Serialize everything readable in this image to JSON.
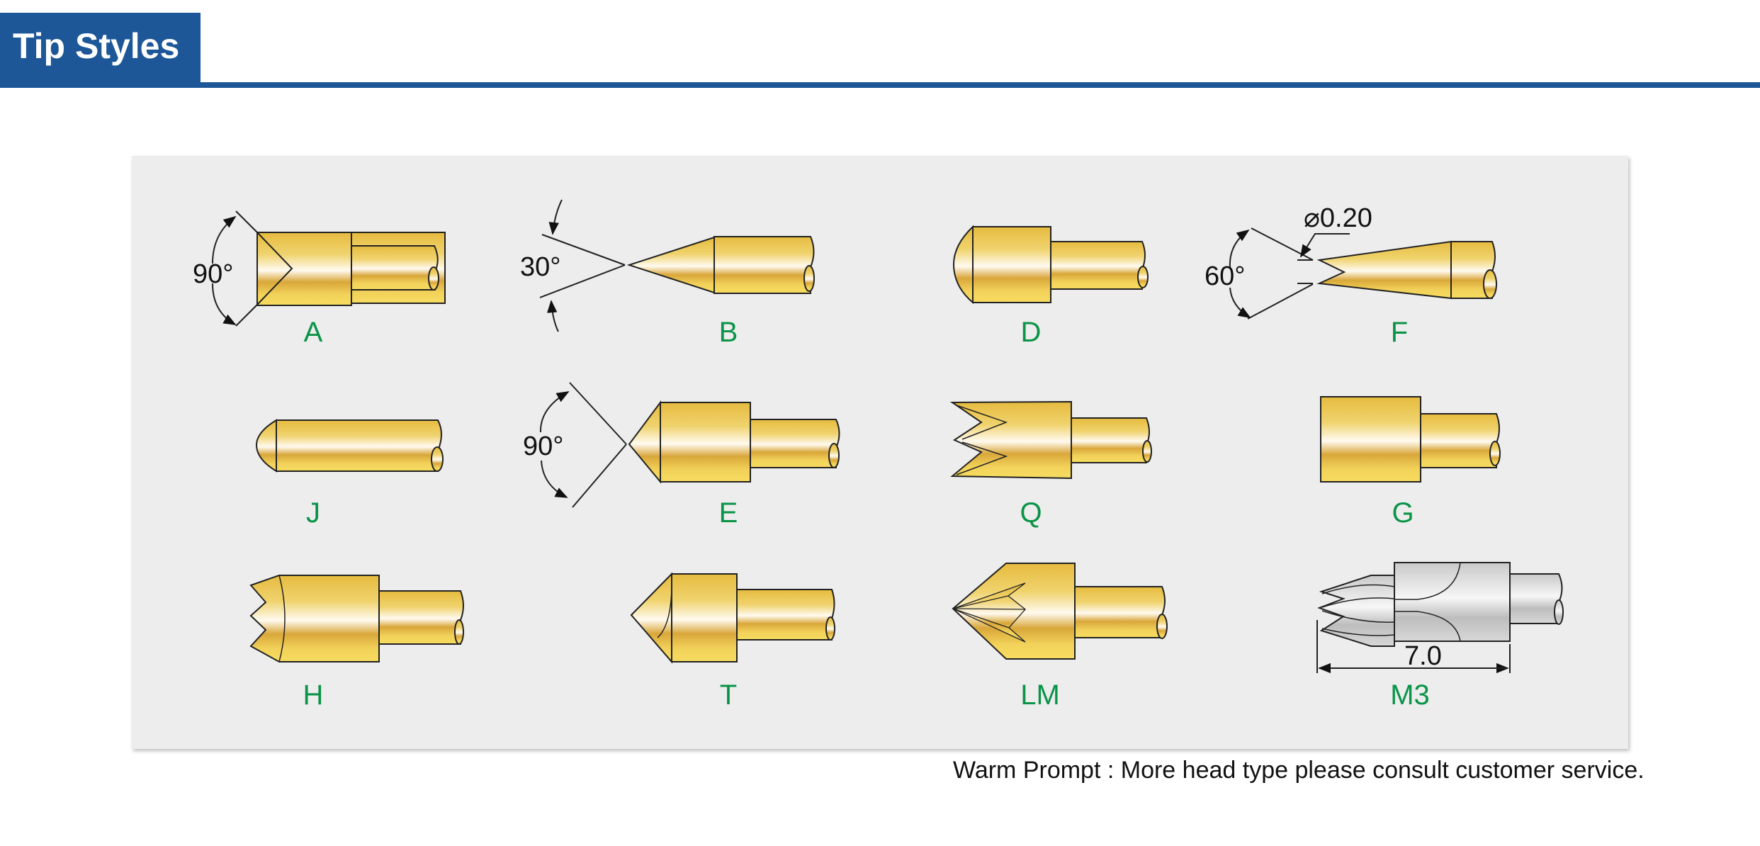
{
  "header": {
    "title": "Tip Styles",
    "accent_color": "#1d5798"
  },
  "panel": {
    "label_color": "#0a9447",
    "tips": [
      {
        "code": "A",
        "annotation": "90°"
      },
      {
        "code": "B",
        "annotation": "30°"
      },
      {
        "code": "D",
        "annotation": ""
      },
      {
        "code": "F",
        "annotation": "60°",
        "diameter": "⌀0.20"
      },
      {
        "code": "J",
        "annotation": ""
      },
      {
        "code": "E",
        "annotation": "90°"
      },
      {
        "code": "Q",
        "annotation": ""
      },
      {
        "code": "G",
        "annotation": ""
      },
      {
        "code": "H",
        "annotation": ""
      },
      {
        "code": "T",
        "annotation": ""
      },
      {
        "code": "LM",
        "annotation": ""
      },
      {
        "code": "M3",
        "annotation": "",
        "dimension": "7.0"
      }
    ]
  },
  "footer": {
    "note": "Warm Prompt : More head type please consult customer service."
  }
}
